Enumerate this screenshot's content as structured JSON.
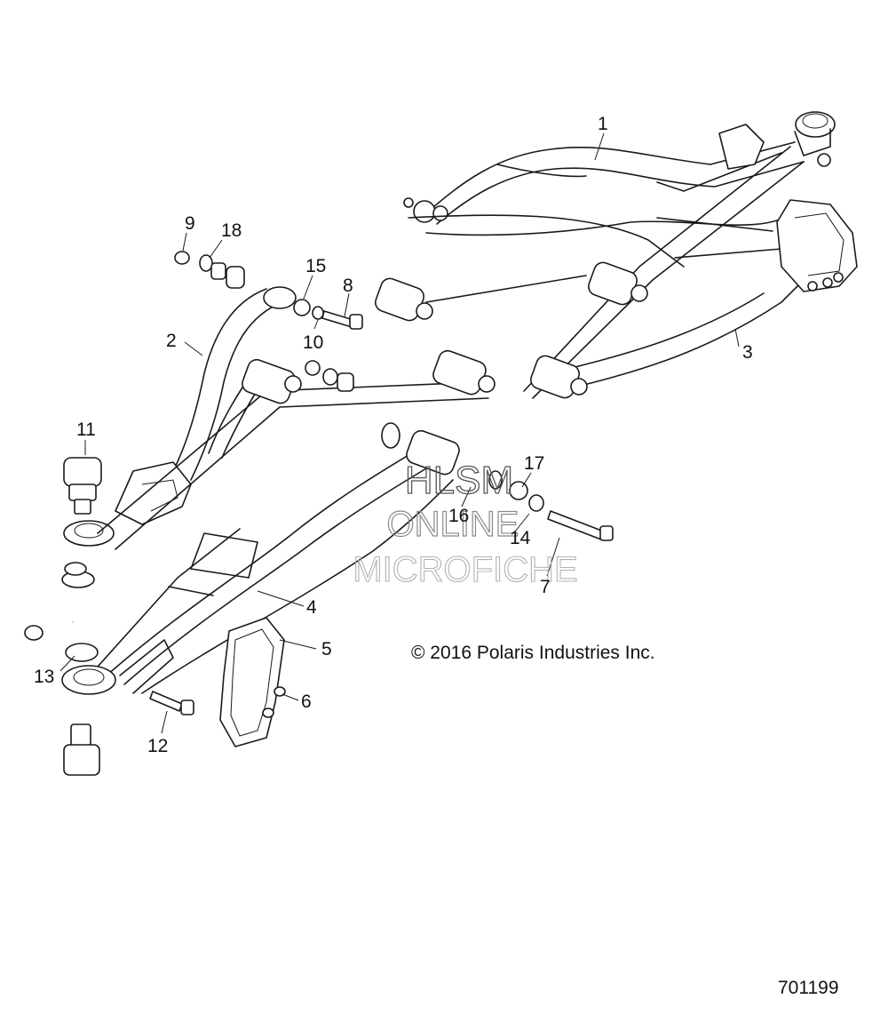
{
  "callouts": {
    "c1": "1",
    "c2": "2",
    "c3": "3",
    "c4": "4",
    "c5": "5",
    "c6": "6",
    "c7": "7",
    "c8": "8",
    "c9": "9",
    "c10": "10",
    "c11": "11",
    "c12": "12",
    "c13": "13",
    "c14": "14",
    "c15": "15",
    "c16": "16",
    "c17": "17",
    "c18": "18"
  },
  "watermark": {
    "line1": "HLSM",
    "line2": "ONLINE",
    "line3": "MICROFICHE"
  },
  "copyright": "© 2016 Polaris Industries Inc.",
  "document_number": "701199"
}
